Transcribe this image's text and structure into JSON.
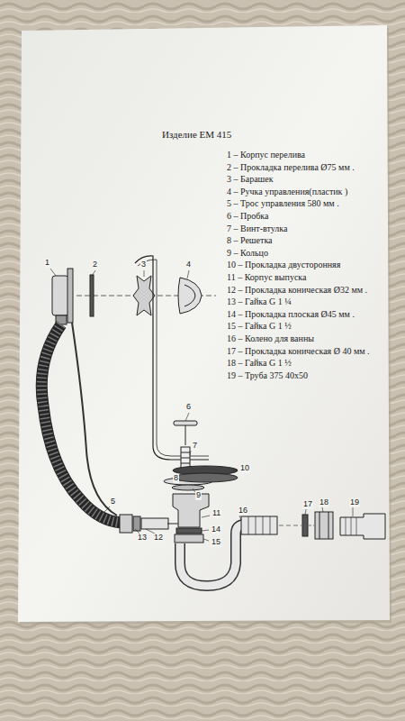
{
  "diagram": {
    "title": "Изделие ЕМ 415",
    "labels": [
      "1 – Корпус перелива",
      "2 – Прокладка перелива Ø75 мм .",
      "3 – Барашек",
      "4 – Ручка управления(пластик )",
      "5 – Трос управления 580 мм .",
      "6 – Пробка",
      "7 – Винт-втулка",
      "8 – Решетка",
      "9 – Кольцо",
      "10 – Прокладка двусторонняя",
      "11 – Корпус выпуска",
      "12 – Прокладка коническая Ø32 мм .",
      "13 – Гайка G 1 ¼",
      "14 – Прокладка плоская Ø45 мм .",
      "15 – Гайка G 1 ½",
      "16 – Колено для ванны",
      "17 – Прокладка коническая Ø 40 мм .",
      "18 – Гайка G 1 ½",
      "19 – Труба 375 40х50",
      "1",
      "2",
      "3",
      "4",
      "6",
      "7",
      "8",
      "9",
      "10",
      "5",
      "13",
      "12",
      "11",
      "14",
      "15",
      "16",
      "17",
      "18",
      "19"
    ]
  }
}
